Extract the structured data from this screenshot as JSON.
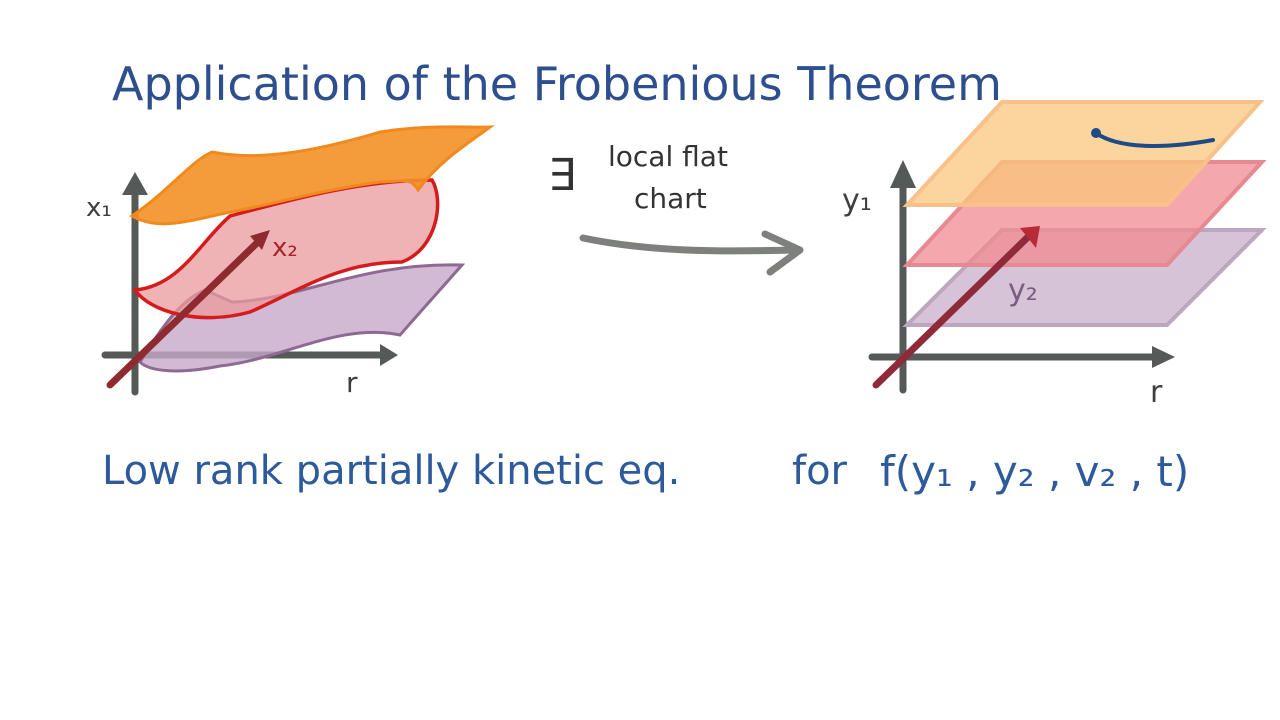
{
  "title": "Application of the Frobenious Theorem",
  "left_diagram": {
    "axis_vertical_label": "x₁",
    "axis_depth_label": "x₂",
    "axis_horizontal_label": "r"
  },
  "middle": {
    "exists_symbol": "∃",
    "line1": "local  flat",
    "line2": "chart"
  },
  "right_diagram": {
    "axis_vertical_label": "y₁",
    "axis_depth_label": "y₂",
    "axis_horizontal_label": "r"
  },
  "bottom": {
    "phrase": "Low rank partially kinetic eq.",
    "for": "for",
    "function": "f(y₁ , y₂ , v₂ , t)"
  },
  "colors": {
    "ink_blue": "#2d4f8e",
    "orange": "#f08a1c",
    "red": "#d42020",
    "purple": "#8e6a92",
    "axis_gray": "#555a58"
  }
}
